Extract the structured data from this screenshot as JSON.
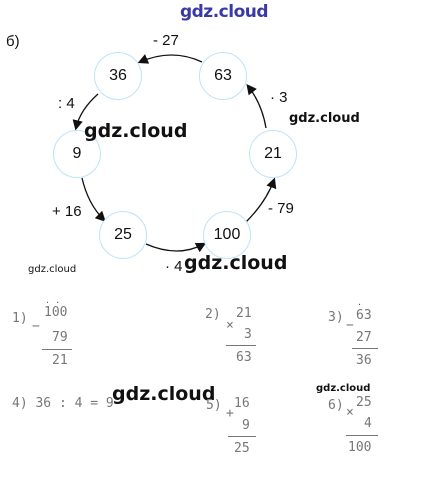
{
  "watermark": "gdz.cloud",
  "part_label": "б)",
  "cycle": {
    "nodes": [
      "36",
      "63",
      "21",
      "100",
      "25",
      "9"
    ],
    "ops": [
      "- 27",
      "· 3",
      "- 79",
      "· 4",
      "+ 16",
      ": 4"
    ]
  },
  "columns": {
    "c1": {
      "label": "1)",
      "sign": "−",
      "top": "100",
      "bottom": "79",
      "result": "21",
      "marks": ". ."
    },
    "c2": {
      "label": "2)",
      "sign": "×",
      "top": "21",
      "bottom": "3",
      "result": "63"
    },
    "c3": {
      "label": "3)",
      "sign": "−",
      "top": "63",
      "bottom": "27",
      "result": "36",
      "marks": "."
    },
    "c4": {
      "text": "4) 36 : 4 = 9"
    },
    "c5": {
      "label": "5)",
      "sign": "+",
      "top": "16",
      "bottom": "9",
      "result": "25"
    },
    "c6": {
      "label": "6)",
      "sign": "×",
      "top": "25",
      "bottom": "4",
      "result": "100"
    }
  }
}
